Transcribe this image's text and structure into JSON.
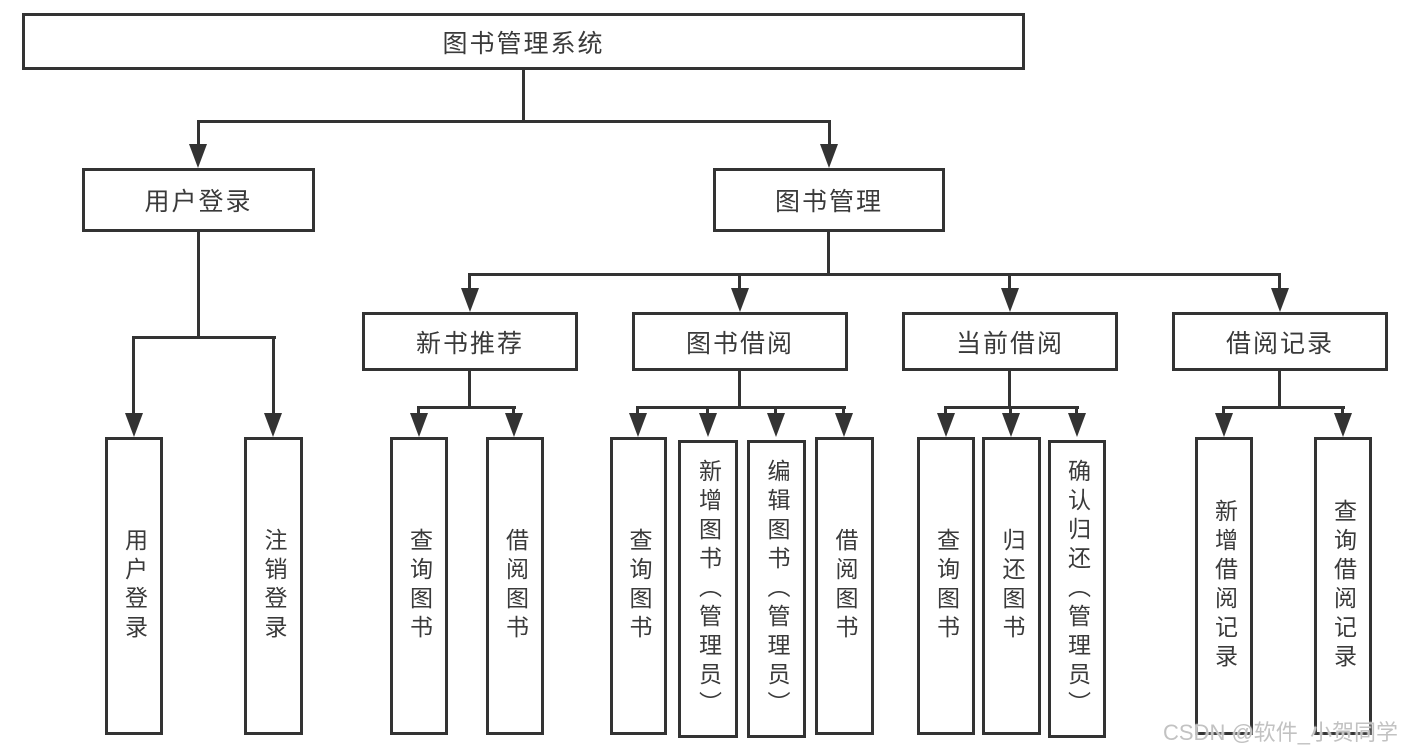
{
  "diagram": {
    "root_label": "图书管理系统",
    "branches": [
      {
        "label": "用户登录",
        "children": [
          "用户登录",
          "注销登录"
        ]
      },
      {
        "label": "图书管理"
      }
    ],
    "modules": [
      {
        "label": "新书推荐",
        "children": [
          "查询图书",
          "借阅图书"
        ]
      },
      {
        "label": "图书借阅",
        "children": [
          "查询图书",
          "新增图书（管理员）",
          "编辑图书（管理员）",
          "借阅图书"
        ]
      },
      {
        "label": "当前借阅",
        "children": [
          "查询图书",
          "归还图书",
          "确认归还（管理员）"
        ]
      },
      {
        "label": "借阅记录",
        "children": [
          "新增借阅记录",
          "查询借阅记录"
        ]
      }
    ]
  },
  "watermark": {
    "text": "CSDN @软件_小贺同学"
  },
  "colors": {
    "line": "#333333",
    "text": "#3a3a3a",
    "background": "#ffffff",
    "watermark": "#c2c2c2"
  }
}
